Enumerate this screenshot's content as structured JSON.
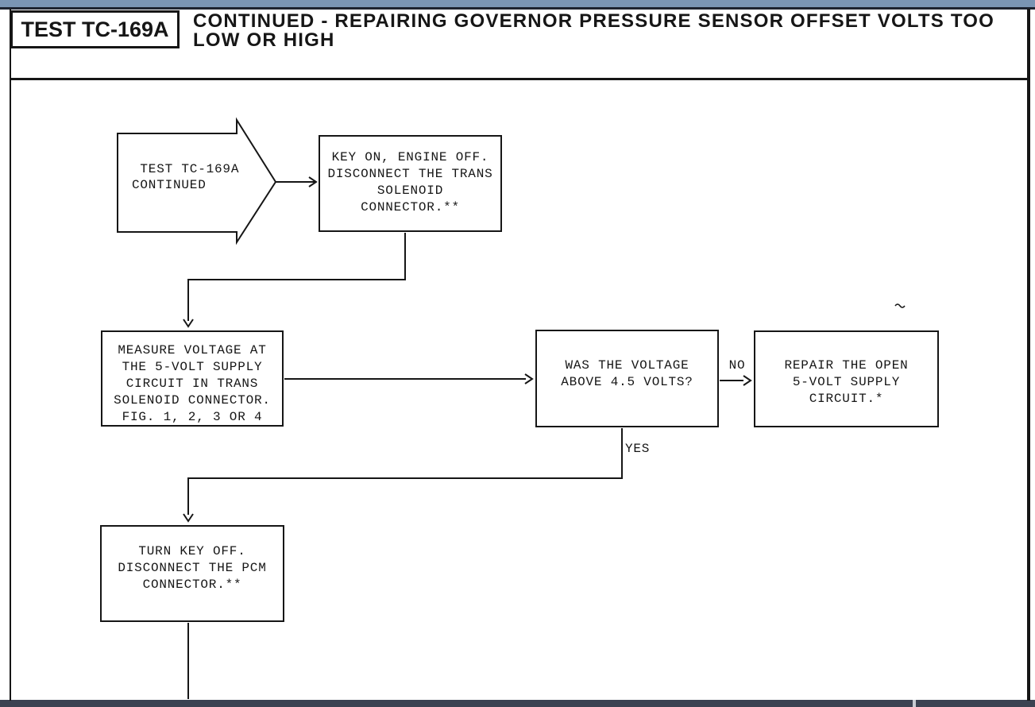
{
  "colors": {
    "topbar": "#7a95b4",
    "topedge": "#1d2330",
    "bottombar": "#3b4251",
    "notch": "#c7ccd3",
    "paper": "#ffffff",
    "ink": "#161616"
  },
  "header": {
    "test_label": "TEST TC-169A",
    "title": "CONTINUED - REPAIRING GOVERNOR PRESSURE SENSOR OFFSET VOLTS TOO\nLOW OR HIGH"
  },
  "flowchart": {
    "start_connector": " TEST TC-169A\nCONTINUED",
    "step_key_on": "KEY ON, ENGINE OFF.\nDISCONNECT THE TRANS\nSOLENOID\nCONNECTOR.**",
    "step_measure": "MEASURE VOLTAGE AT\nTHE 5-VOLT SUPPLY\nCIRCUIT IN TRANS\nSOLENOID CONNECTOR.\nFIG. 1, 2, 3 OR 4",
    "decision_voltage": "WAS THE VOLTAGE\nABOVE 4.5 VOLTS?",
    "step_repair": "REPAIR THE OPEN\n5-VOLT SUPPLY\nCIRCUIT.*",
    "step_turn_key_off": "TURN KEY OFF.\nDISCONNECT THE PCM\nCONNECTOR.**",
    "label_no": "NO",
    "label_yes": "YES"
  }
}
